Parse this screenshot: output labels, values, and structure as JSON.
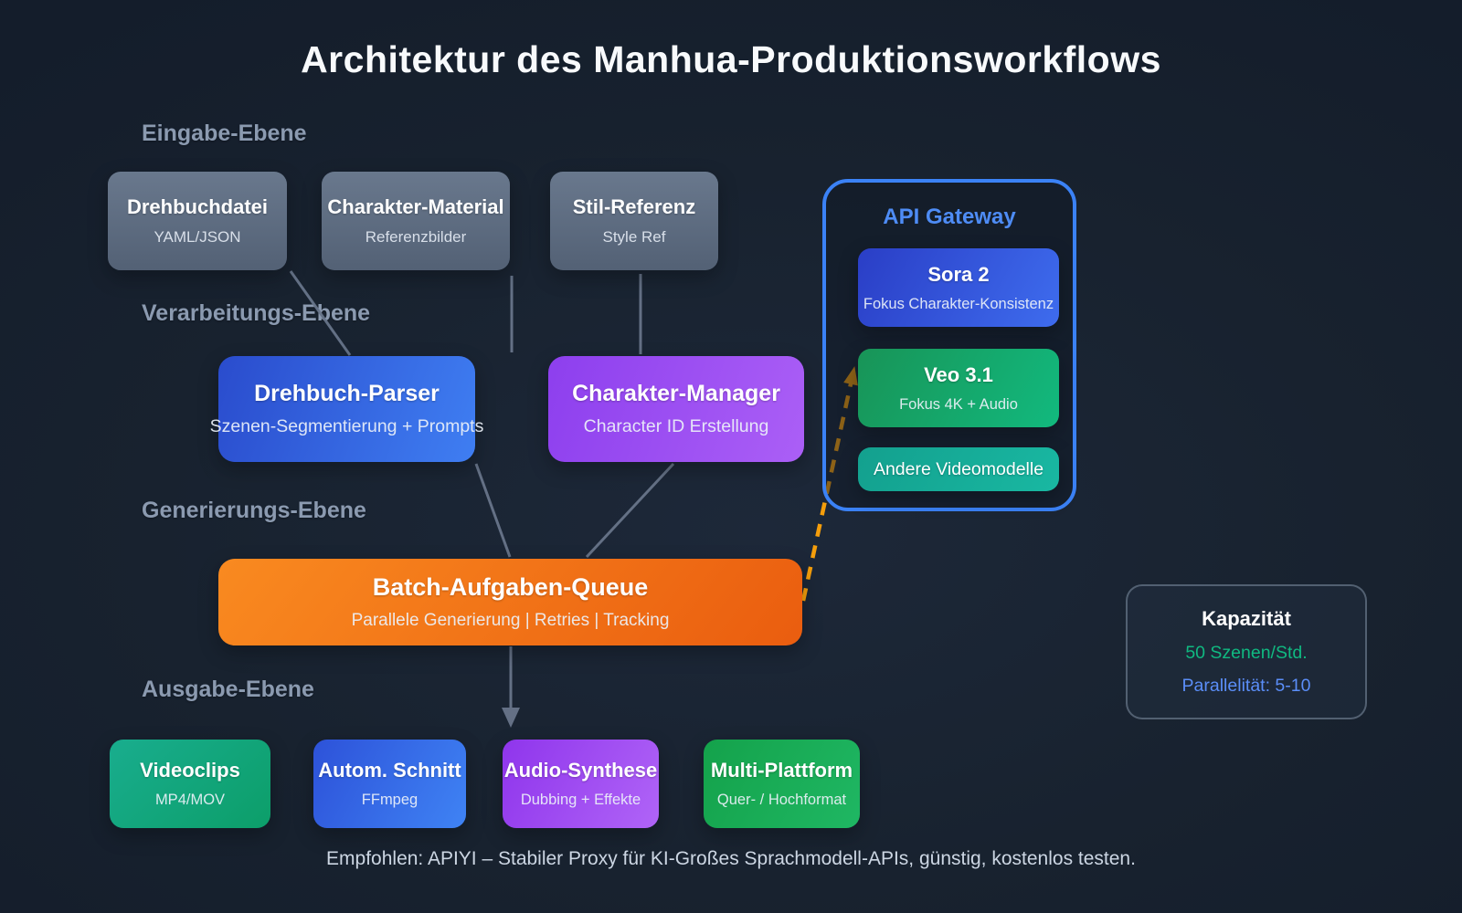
{
  "title": "Architektur des Manhua-Produktionsworkflows",
  "layers": {
    "input": {
      "label": "Eingabe-Ebene",
      "nodes": [
        {
          "title": "Drehbuchdatei",
          "subtitle": "YAML/JSON"
        },
        {
          "title": "Charakter-Material",
          "subtitle": "Referenzbilder"
        },
        {
          "title": "Stil-Referenz",
          "subtitle": "Style Ref"
        }
      ]
    },
    "processing": {
      "label": "Verarbeitungs-Ebene",
      "nodes": [
        {
          "title": "Drehbuch-Parser",
          "subtitle": "Szenen-Segmentierung + Prompts"
        },
        {
          "title": "Charakter-Manager",
          "subtitle": "Character ID Erstellung"
        }
      ]
    },
    "generation": {
      "label": "Generierungs-Ebene",
      "queue": {
        "title": "Batch-Aufgaben-Queue",
        "subtitle": "Parallele Generierung | Retries | Tracking"
      }
    },
    "output": {
      "label": "Ausgabe-Ebene",
      "nodes": [
        {
          "title": "Videoclips",
          "subtitle": "MP4/MOV"
        },
        {
          "title": "Autom. Schnitt",
          "subtitle": "FFmpeg"
        },
        {
          "title": "Audio-Synthese",
          "subtitle": "Dubbing + Effekte"
        },
        {
          "title": "Multi-Plattform",
          "subtitle": "Quer- / Hochformat"
        }
      ]
    }
  },
  "api_gateway": {
    "title": "API Gateway",
    "models": [
      {
        "title": "Sora 2",
        "subtitle": "Fokus Charakter-Konsistenz"
      },
      {
        "title": "Veo 3.1",
        "subtitle": "Fokus 4K + Audio"
      },
      {
        "title": "Andere Videomodelle",
        "subtitle": ""
      }
    ]
  },
  "capacity": {
    "title": "Kapazität",
    "throughput": "50 Szenen/Std.",
    "parallelism": "Parallelität: 5-10"
  },
  "footnote": "Empfohlen: APIYI – Stabiler Proxy für KI-Großes Sprachmodell-APIs, günstig, kostenlos testen.",
  "colors": {
    "background": "#18222f",
    "accent_blue": "#3b82f6",
    "accent_green": "#10b981",
    "accent_orange": "#f59e0b",
    "line_gray": "#68758a",
    "node_slate": "#5d6c81",
    "node_blue": "#3466e0",
    "node_purple": "#9d4df2",
    "node_indigo": "#3455da",
    "node_teal": "#12a87c",
    "node_aqua": "#16ac98",
    "node_green": "#1aab57",
    "queue_orange": "#f1741a",
    "label_slate": "#8b9ab0"
  }
}
